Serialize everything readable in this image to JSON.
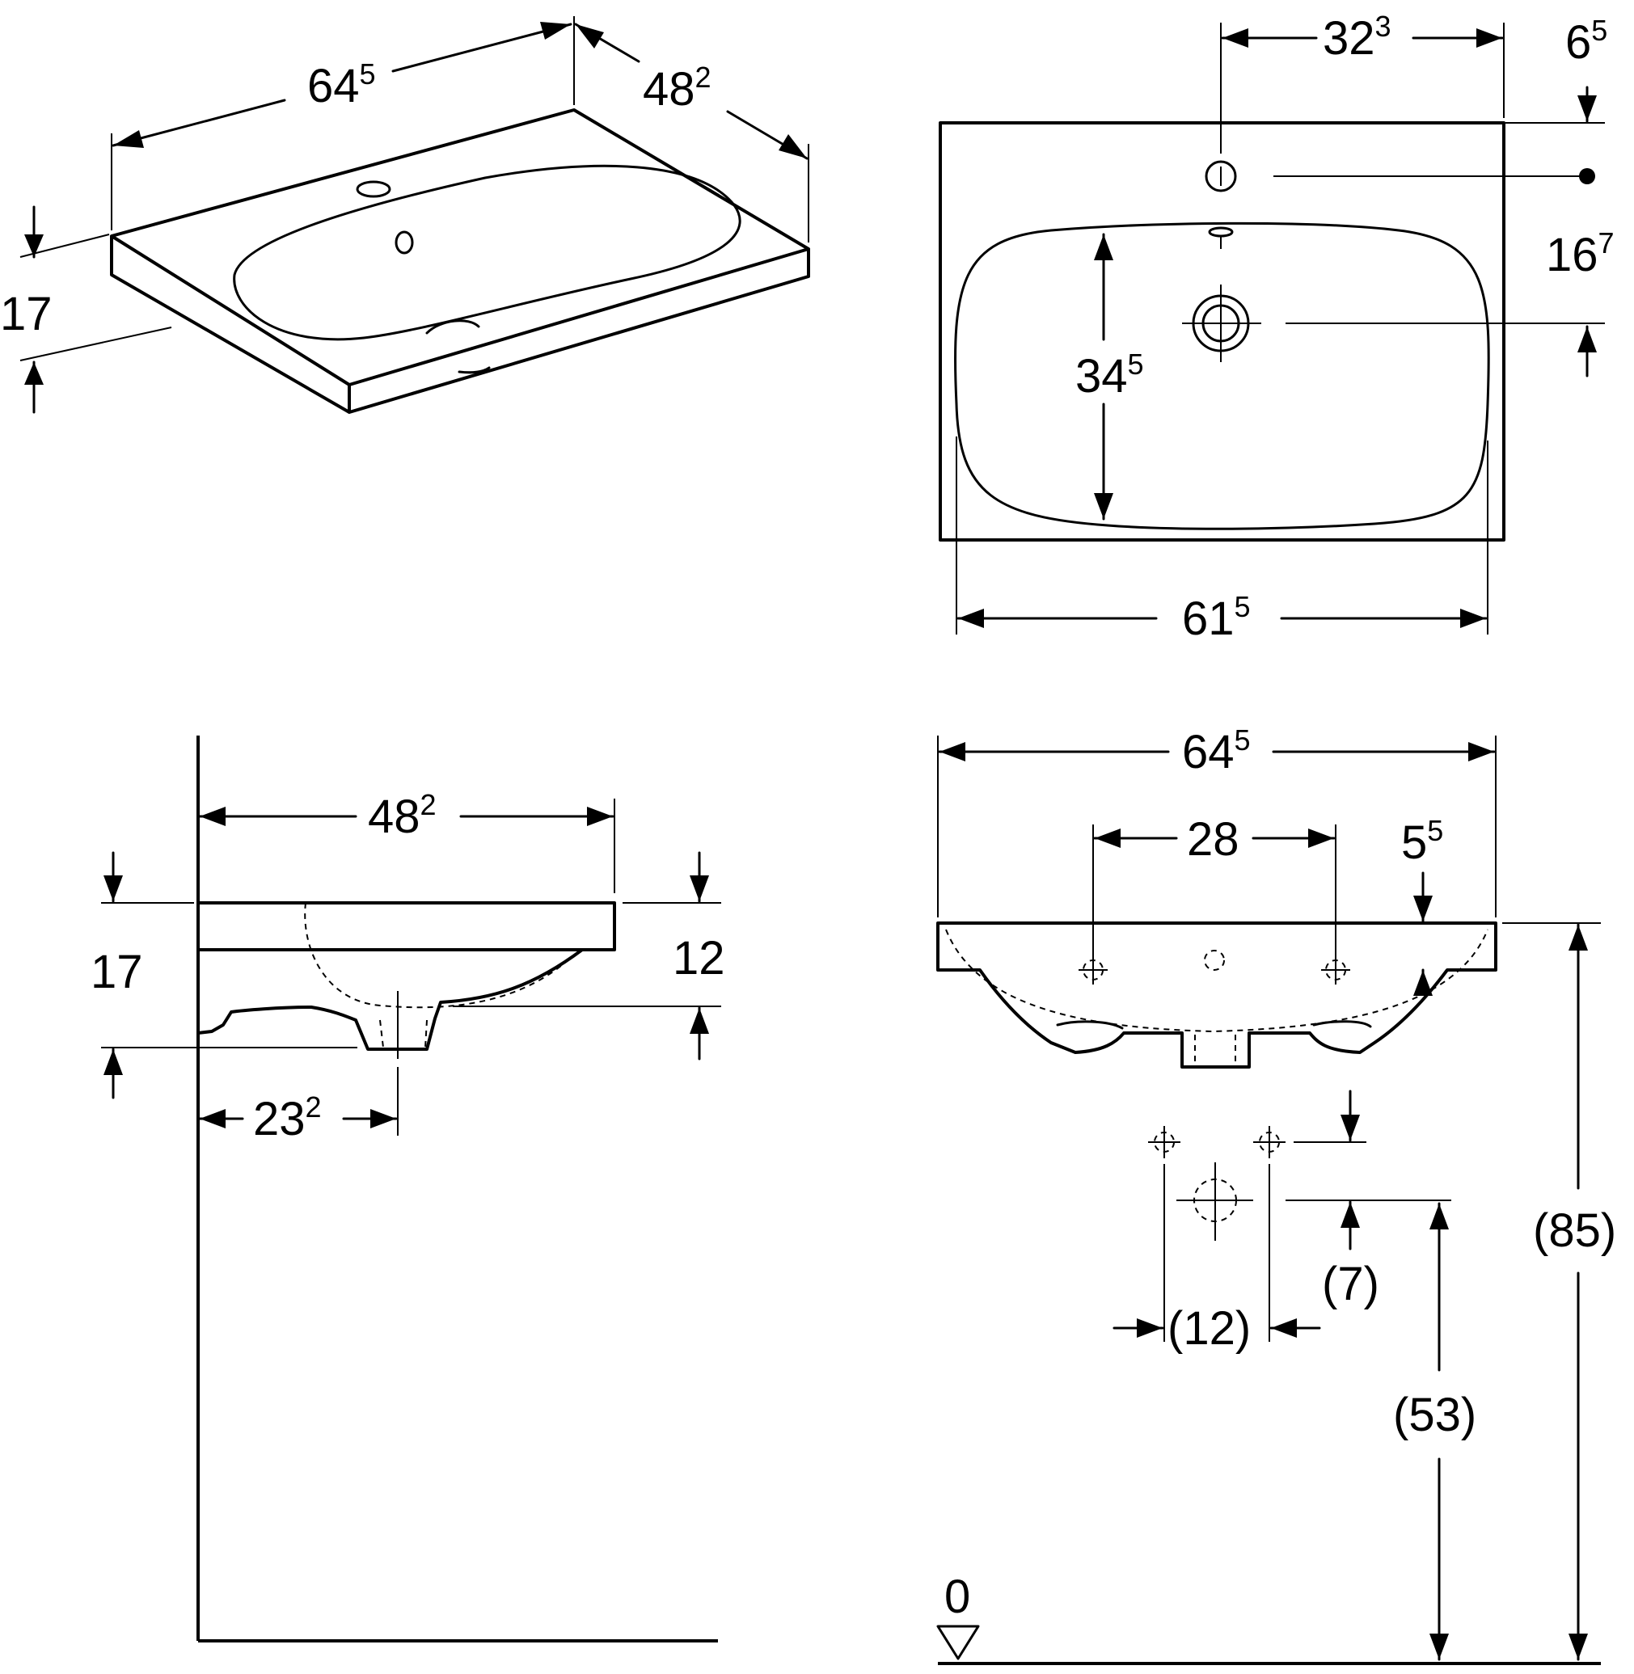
{
  "views": {
    "perspective": {
      "width": {
        "main": "64",
        "sup": "5"
      },
      "depth": {
        "main": "48",
        "sup": "2"
      },
      "height": "17"
    },
    "plan": {
      "tap_to_back": {
        "main": "32",
        "sup": "3"
      },
      "tap_offset": {
        "main": "6",
        "sup": "5"
      },
      "tap_to_drain": {
        "main": "16",
        "sup": "7"
      },
      "bowl_depth": {
        "main": "34",
        "sup": "5"
      },
      "bowl_width": {
        "main": "61",
        "sup": "5"
      }
    },
    "side": {
      "depth": {
        "main": "48",
        "sup": "2"
      },
      "height": "17",
      "rim": "12",
      "drain_from_wall": {
        "main": "23",
        "sup": "2"
      }
    },
    "front": {
      "width": {
        "main": "64",
        "sup": "5"
      },
      "overflow_spacing": "28",
      "rim_offset": {
        "main": "5",
        "sup": "5"
      },
      "supply_spacing": "(12)",
      "supply_drop": "(7)",
      "total_height": "(85)",
      "drain_height": "(53)",
      "floor": "0"
    }
  }
}
